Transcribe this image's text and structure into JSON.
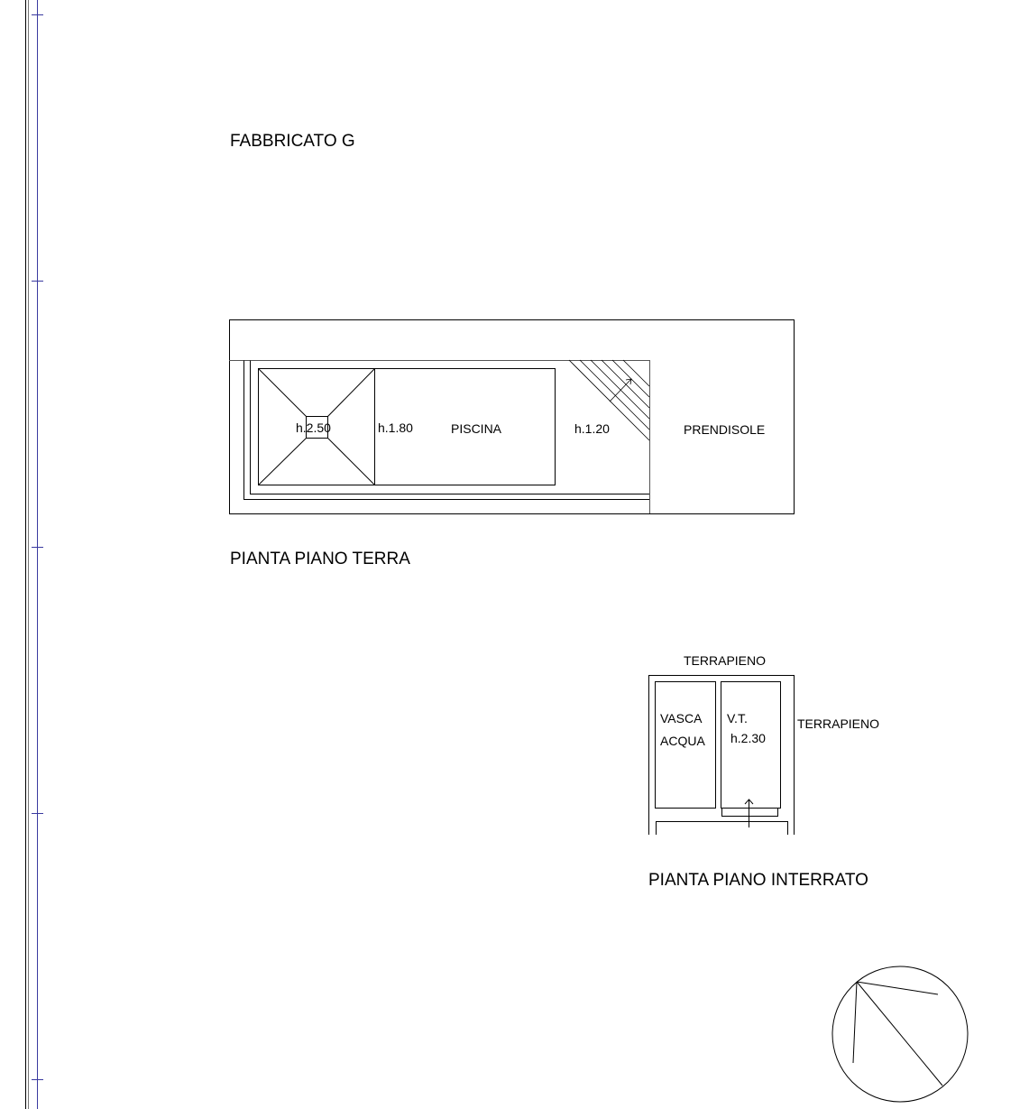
{
  "title": "FABBRICATO G",
  "ground_floor": {
    "caption": "PIANTA PIANO TERRA",
    "labels": {
      "h250": "h.2.50",
      "h180": "h.1.80",
      "pool": "PISCINA",
      "h120": "h.1.20",
      "sun_deck": "PRENDISOLE"
    }
  },
  "basement": {
    "caption": "PIANTA PIANO INTERRATO",
    "labels": {
      "embankment_top": "TERRAPIENO",
      "embankment_right": "TERRAPIENO",
      "tank_line1": "VASCA",
      "tank_line2": "ACQUA",
      "vt": "V.T.",
      "h230": "h.2.30"
    }
  },
  "colors": {
    "line": "#000000",
    "margin_line": "#3a3aa0"
  }
}
